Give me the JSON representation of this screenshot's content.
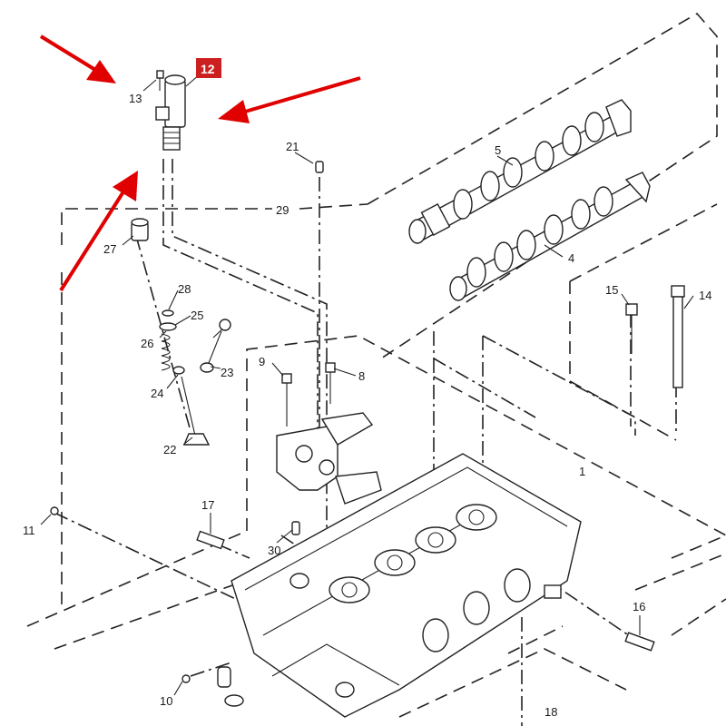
{
  "diagram": {
    "highlight_color": "#cc1f1f",
    "arrow_color": "#e00000",
    "highlighted_part": "12",
    "callouts": {
      "c1": "1",
      "c4": "4",
      "c5": "5",
      "c8": "8",
      "c9": "9",
      "c10": "10",
      "c11": "11",
      "c12": "12",
      "c13": "13",
      "c14": "14",
      "c15": "15",
      "c16": "16",
      "c17": "17",
      "c18": "18",
      "c21": "21",
      "c22": "22",
      "c23": "23",
      "c24": "24",
      "c25": "25",
      "c26": "26",
      "c27": "27",
      "c28": "28",
      "c29": "29",
      "c30": "30"
    }
  }
}
